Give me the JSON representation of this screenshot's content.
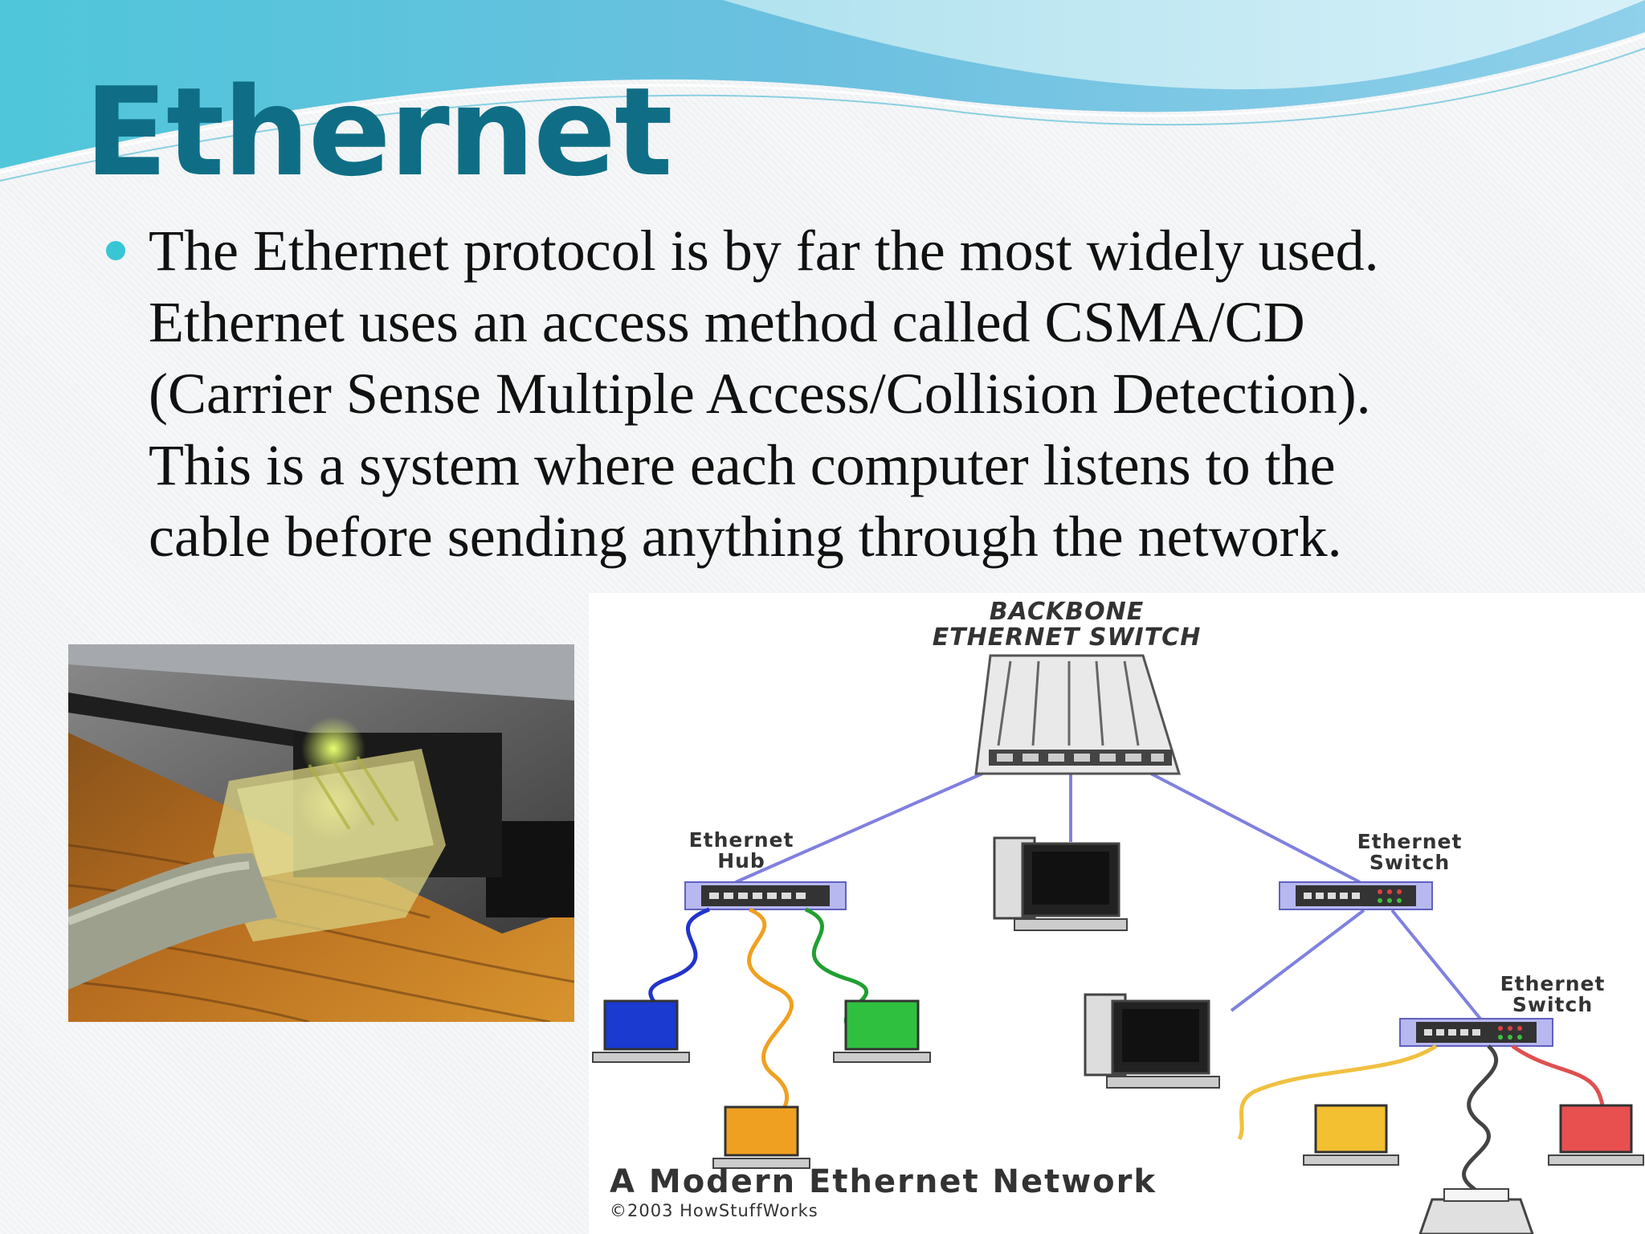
{
  "slide": {
    "title": "Ethernet",
    "bullet": {
      "lines": [
        "The Ethernet protocol is by far the most widely used.",
        "Ethernet uses an access method called CSMA/CD",
        "(Carrier Sense Multiple Access/Collision Detection).",
        "This is a system where each computer listens to the",
        "cable before sending anything through the network."
      ]
    },
    "diagram": {
      "backbone_label": "BACKBONE\nETHERNET SWITCH",
      "hub_label": "Ethernet\nHub",
      "switch1_label": "Ethernet\nSwitch",
      "switch2_label": "Ethernet\nSwitch",
      "caption": "A Modern Ethernet Network",
      "copyright": "©2003 HowStuffWorks"
    }
  },
  "colors": {
    "title": "#0f6e86",
    "bullet": "#38c5d6",
    "link_line": "#8080e0",
    "cable_blue": "#2233cc",
    "cable_orange": "#f0a020",
    "cable_green": "#20a030",
    "cable_yellow": "#f0c040",
    "cable_red": "#e05050"
  }
}
